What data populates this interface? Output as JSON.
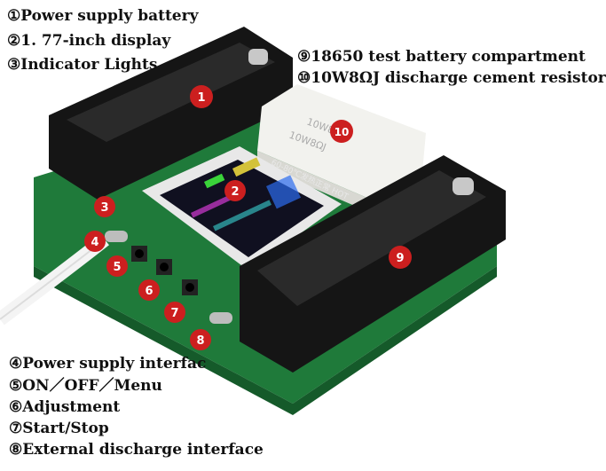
{
  "labels_top": [
    "①Power supply battery",
    "②1. 77-inch display",
    "③Indicator Lights"
  ],
  "labels_right": [
    "⑨18650 test battery compartment",
    "⑩10W8ΩJ discharge cement resistor"
  ],
  "labels_bottom": [
    "④Power supply interfac",
    "⑤ON／OFF／Menu",
    "⑥Adjustment",
    "⑦Start/Stop",
    "⑧External discharge interface"
  ],
  "markers": [
    "1",
    "2",
    "3",
    "4",
    "5",
    "6",
    "7",
    "8",
    "9",
    "10"
  ],
  "resistor_text": [
    "10W8ΩJ",
    "10W8ΩJ"
  ],
  "board_text": [
    "60-80℃发热正常 HOT"
  ],
  "colors": {
    "marker_red": "#cc1f1f",
    "pcb_green": "#1f7a3a",
    "holder_black": "#151515",
    "resistor_white": "#f2f2ee"
  }
}
